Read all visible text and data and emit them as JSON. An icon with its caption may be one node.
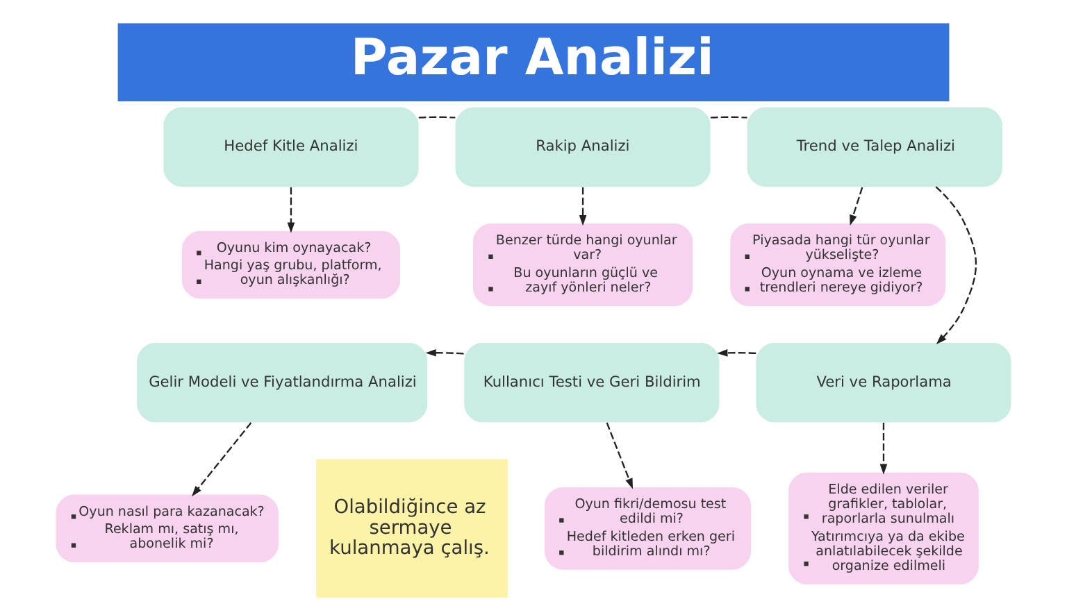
{
  "diagram": {
    "title": "Pazar Analizi",
    "nodes": [
      {
        "text": [
          "Hedef Kitle Analizi"
        ]
      },
      {
        "text": [
          "Rakip Analizi"
        ]
      },
      {
        "text": [
          "Trend ve Talep Analizi"
        ]
      },
      {
        "text": [
          "Oyunu kim oynayacak?",
          "Hangi yaş grubu, platform, oyun alışkanlığı?"
        ]
      },
      {
        "text": [
          "Benzer türde hangi oyunlar var?",
          "Bu oyunların güçlü ve zayıf yönleri neler?"
        ]
      },
      {
        "text": [
          "Piyasada hangi tür oyunlar yükselişte?",
          "Oyun oynama ve izleme trendleri nereye gidiyor?"
        ]
      },
      {
        "text": [
          "Gelir Modeli ve Fiyatlandırma Analizi"
        ]
      },
      {
        "text": [
          "Kullanıcı Testi ve Geri Bildirim"
        ]
      },
      {
        "text": [
          "Veri ve Raporlama"
        ]
      },
      {
        "text": [
          "Oyun nasıl para kazanacak?",
          "Reklam mı, satış mı, abonelik mi?"
        ]
      },
      {
        "text": [
          "Olabildiğince az sermaye kulanmaya çalış."
        ]
      },
      {
        "text": [
          "Oyun fikri/demosu test edildi mi?",
          "Hedef kitleden erken geri bildirim alındı mı?"
        ]
      },
      {
        "text": [
          "Elde edilen veriler grafikler, tablolar, raporlarla sunulmalı",
          "Yatırımcıya ya da ekibe anlatılabilecek şekilde organize edilmeli"
        ]
      }
    ],
    "edges": [
      {
        "from": 0,
        "to": 1,
        "arrow": "none"
      },
      {
        "from": 1,
        "to": 2,
        "arrow": "none"
      },
      {
        "from": 0,
        "to": 3,
        "arrow": "to"
      },
      {
        "from": 1,
        "to": 4,
        "arrow": "to"
      },
      {
        "from": 2,
        "to": 5,
        "arrow": "to"
      },
      {
        "from": 2,
        "to": 8,
        "arrow": "to"
      },
      {
        "from": 8,
        "to": 7,
        "arrow": "to"
      },
      {
        "from": 7,
        "to": 6,
        "arrow": "to"
      },
      {
        "from": 6,
        "to": 9,
        "arrow": "to"
      },
      {
        "from": 7,
        "to": 11,
        "arrow": "to"
      },
      {
        "from": 8,
        "to": 12,
        "arrow": "to"
      }
    ]
  }
}
